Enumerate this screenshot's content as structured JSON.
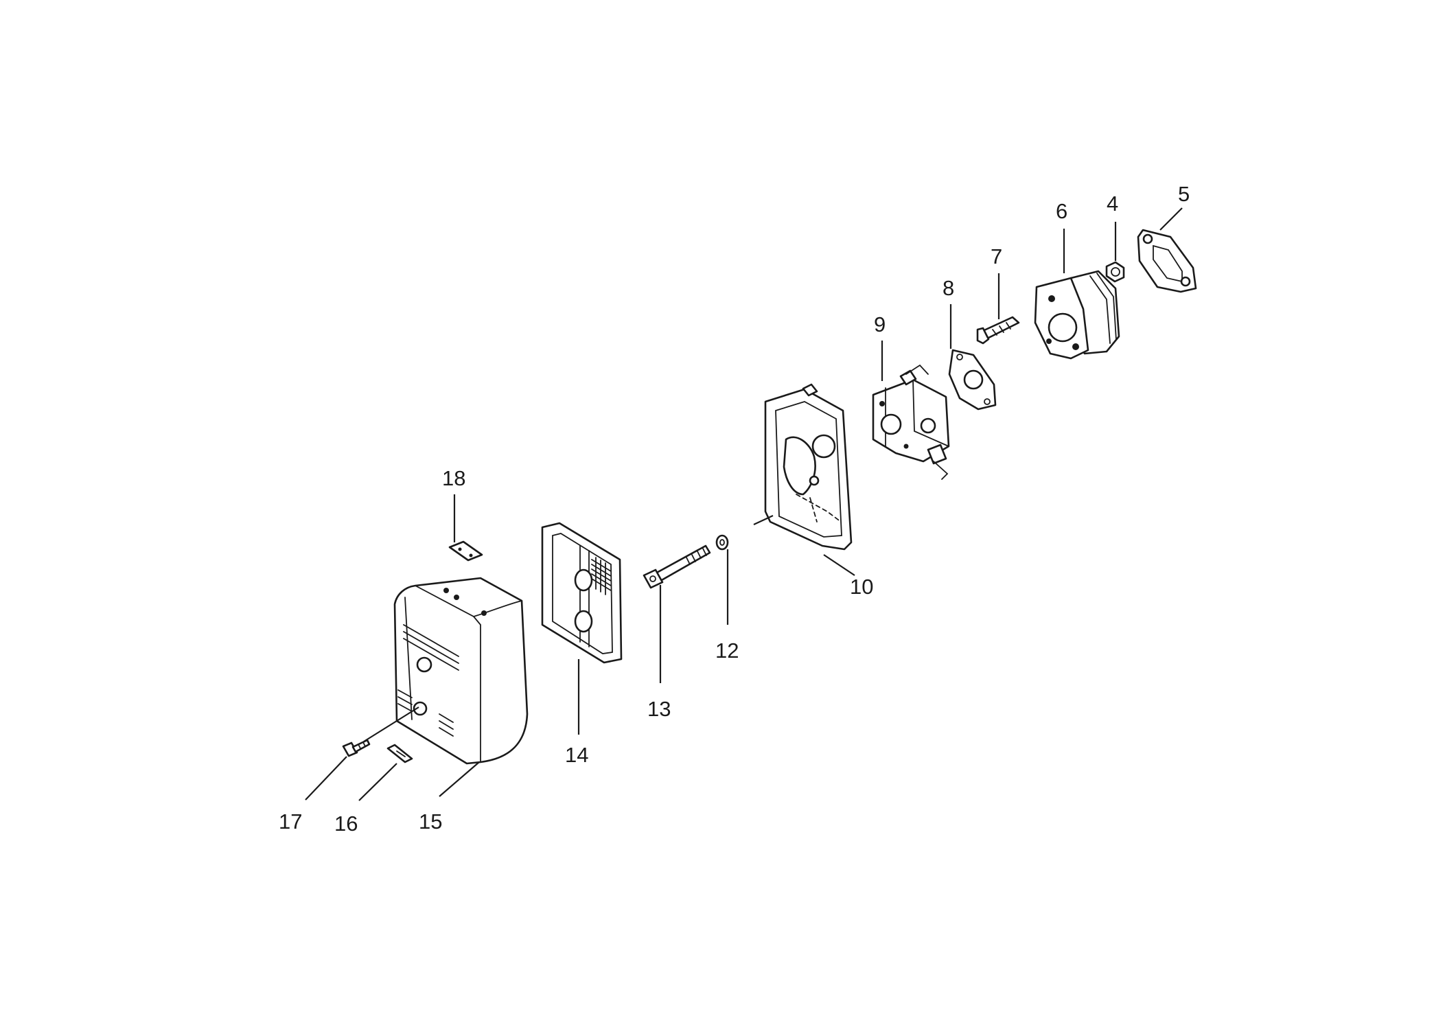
{
  "diagram": {
    "type": "exploded-parts-view",
    "callouts": {
      "p4": "4",
      "p5": "5",
      "p6": "6",
      "p7": "7",
      "p8": "8",
      "p9": "9",
      "p10": "10",
      "p12": "12",
      "p13": "13",
      "p14": "14",
      "p15": "15",
      "p16": "16",
      "p17": "17",
      "p18": "18"
    }
  }
}
